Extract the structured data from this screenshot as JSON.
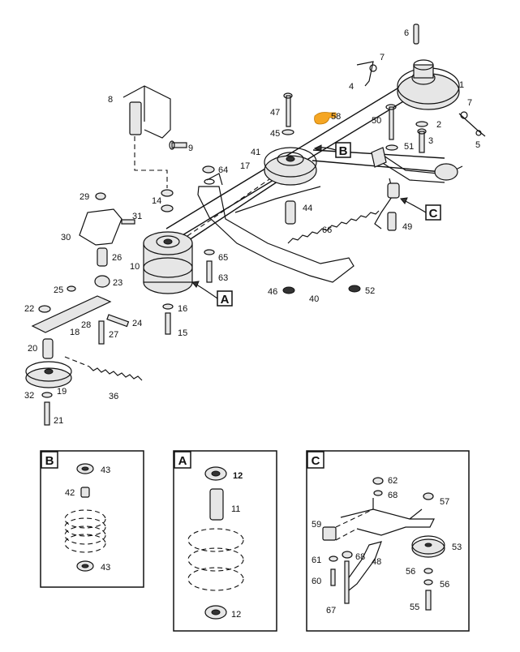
{
  "main": {
    "callouts": {
      "p1": "1",
      "p2": "2",
      "p3": "3",
      "p4": "4",
      "p5": "5",
      "p6": "6",
      "p7a": "7",
      "p7b": "7",
      "p8": "8",
      "p9": "9",
      "p10": "10",
      "p14": "14",
      "p15": "15",
      "p16": "16",
      "p17": "17",
      "p18": "18",
      "p19": "19",
      "p20": "20",
      "p21": "21",
      "p22": "22",
      "p23": "23",
      "p24": "24",
      "p25": "25",
      "p26": "26",
      "p27": "27",
      "p28": "28",
      "p29": "29",
      "p30": "30",
      "p31": "31",
      "p32": "32",
      "p36": "36",
      "p40": "40",
      "p41": "41",
      "p44": "44",
      "p45": "45",
      "p46": "46",
      "p47": "47",
      "p49": "49",
      "p50": "50",
      "p51": "51",
      "p52": "52",
      "p58": "58",
      "p63": "63",
      "p64": "64",
      "p65": "65",
      "p66": "66"
    },
    "markers": {
      "a": "A",
      "b": "B",
      "c": "C"
    }
  },
  "detail_b": {
    "letter": "B",
    "labels": {
      "p43a": "43",
      "p42": "42",
      "p43b": "43"
    }
  },
  "detail_a": {
    "letter": "A",
    "labels": {
      "p12a": "12",
      "p11": "11",
      "p12b": "12"
    }
  },
  "detail_c": {
    "letter": "C",
    "labels": {
      "p62": "62",
      "p68a": "68",
      "p57": "57",
      "p59": "59",
      "p68b": "68",
      "p53": "53",
      "p61": "61",
      "p48": "48",
      "p56a": "56",
      "p56b": "56",
      "p60": "60",
      "p67": "67",
      "p55": "55"
    }
  },
  "colors": {
    "line": "#111111",
    "hand_icon": "#f5a623"
  },
  "icons": {
    "new_part": "pointing-hand-icon"
  }
}
